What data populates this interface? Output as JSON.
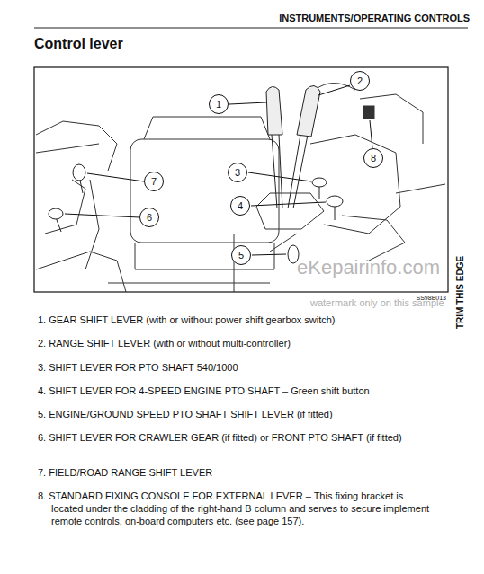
{
  "diagram": {
    "title": "Control lever",
    "nodes": [
      {
        "text": [
          "1"
        ]
      },
      {
        "text": [
          "2"
        ]
      },
      {
        "text": [
          "3"
        ]
      },
      {
        "text": [
          "4"
        ]
      },
      {
        "text": [
          "5"
        ]
      },
      {
        "text": [
          "6"
        ]
      },
      {
        "text": [
          "7"
        ]
      },
      {
        "text": [
          "8"
        ]
      }
    ],
    "labels": [
      "INSTRUMENTS/OPERATING CONTROLS",
      "SS98B013",
      "eKepairinfo.com",
      "watermark only on this sample",
      "TRIM THIS EDGE",
      "1. GEAR SHIFT LEVER (with or without power shift gearbox switch)",
      "2. RANGE SHIFT LEVER (with or without multi-controller)",
      "3. SHIFT LEVER FOR PTO SHAFT 540/1000",
      "4. SHIFT LEVER FOR 4-SPEED ENGINE PTO SHAFT – Green shift button",
      "5. ENGINE/GROUND SPEED PTO SHAFT SHIFT LEVER (if fitted)",
      "6. SHIFT LEVER FOR CRAWLER GEAR (if fitted) or FRONT PTO SHAFT (if fitted)",
      "7. FIELD/ROAD RANGE SHIFT LEVER",
      "8. STANDARD FIXING CONSOLE FOR EXTERNAL LEVER – This fixing bracket is located under the cladding of the right-hand B column and serves to secure implement remote controls, on-board computers etc. (see page 157)."
    ]
  }
}
